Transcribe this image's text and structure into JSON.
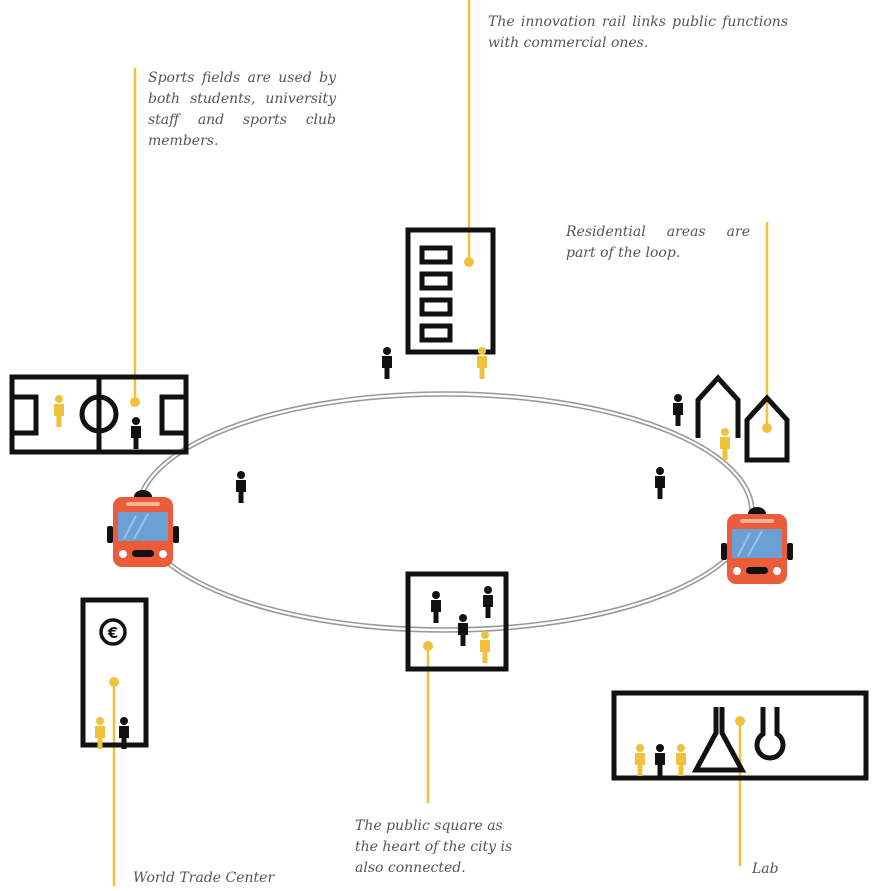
{
  "annotations": {
    "innovation_rail": "The innovation rail links public functions with commercial ones.",
    "sports_fields": "Sports fields are used by both students, university staff and sports club members.",
    "residential": "Residential areas are part of the loop.",
    "public_square": "The public square as the heart of the city is also connected.",
    "lab": "Lab",
    "world_trade_center": "World Trade Center"
  },
  "icons": {
    "currency": "€",
    "bus": "bus-icon",
    "person": "person-icon",
    "building": "office-building-icon",
    "sports": "sports-field-icon",
    "house": "house-icon",
    "square": "public-square-icon",
    "lab": "laboratory-flask-icon",
    "wtc": "world-trade-center-icon"
  },
  "colors": {
    "accent": "#f0c13b",
    "ink": "#111111",
    "bus": "#ec5b3a",
    "bus_window": "#6aa0d4",
    "track": "#999999",
    "text": "#555555"
  }
}
